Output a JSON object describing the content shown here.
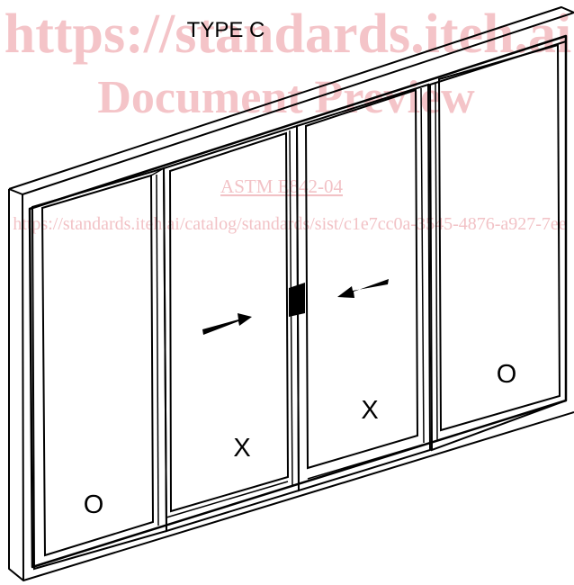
{
  "title": "TYPE C",
  "watermark": {
    "line1": "https://standards.iteh.ai",
    "line2": "Document Preview",
    "designation": "ASTM E842-04",
    "url": "https://standards.iteh.ai/catalog/standards/sist/c1e7cc0a-3545-4876-a927-7ee"
  },
  "panel_labels": {
    "fixed_left": "O",
    "sliding_left": "X",
    "sliding_right": "X",
    "fixed_right": "O"
  },
  "colors": {
    "line": "#000000",
    "watermark": "#f4c4c8"
  }
}
